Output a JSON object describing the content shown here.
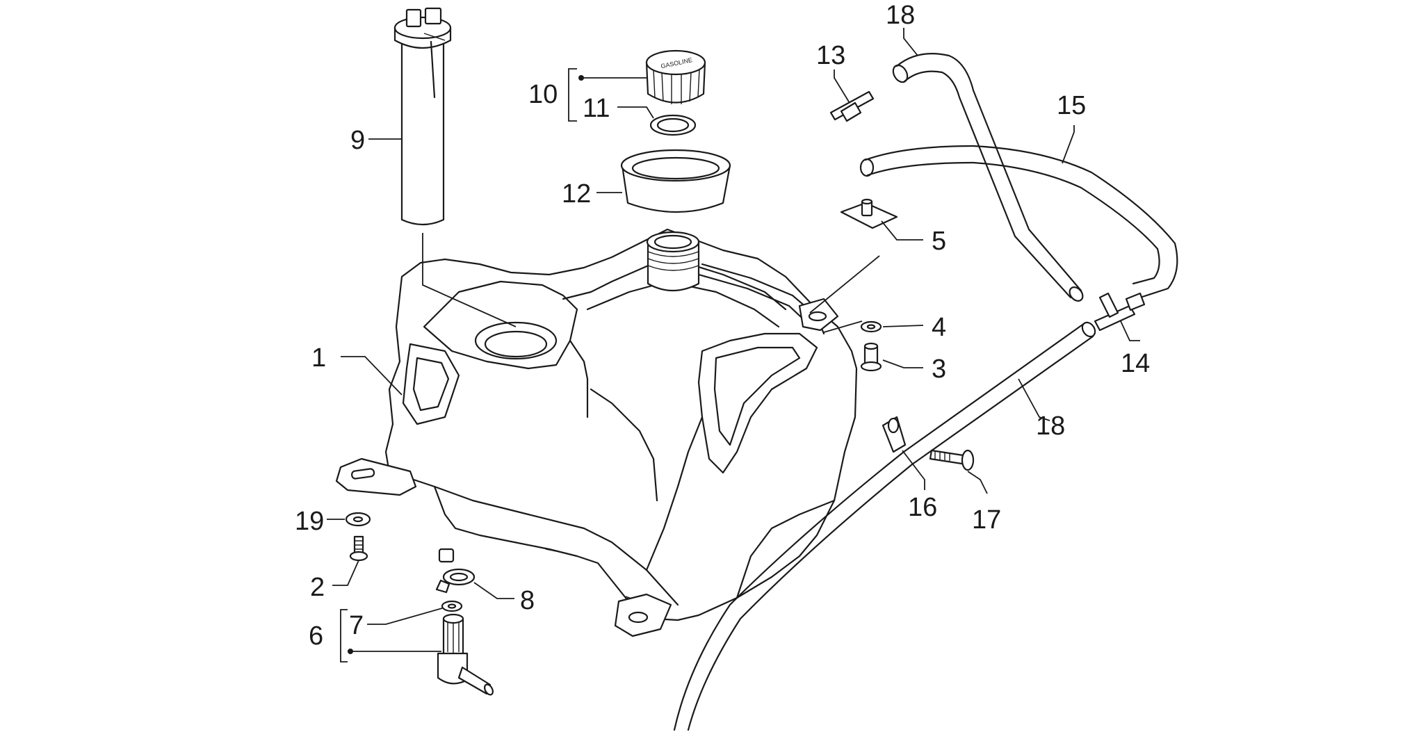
{
  "diagram": {
    "callouts": [
      {
        "id": "c1",
        "label": "1"
      },
      {
        "id": "c2",
        "label": "2"
      },
      {
        "id": "c3",
        "label": "3"
      },
      {
        "id": "c4",
        "label": "4"
      },
      {
        "id": "c5",
        "label": "5"
      },
      {
        "id": "c6",
        "label": "6"
      },
      {
        "id": "c7",
        "label": "7"
      },
      {
        "id": "c8",
        "label": "8"
      },
      {
        "id": "c9",
        "label": "9"
      },
      {
        "id": "c10",
        "label": "10"
      },
      {
        "id": "c11",
        "label": "11"
      },
      {
        "id": "c12",
        "label": "12"
      },
      {
        "id": "c13",
        "label": "13"
      },
      {
        "id": "c14",
        "label": "14"
      },
      {
        "id": "c15",
        "label": "15"
      },
      {
        "id": "c16",
        "label": "16"
      },
      {
        "id": "c17",
        "label": "17"
      },
      {
        "id": "c18a",
        "label": "18"
      },
      {
        "id": "c18b",
        "label": "18"
      },
      {
        "id": "c19",
        "label": "19"
      }
    ],
    "cap_marking": "GASOLINE"
  }
}
